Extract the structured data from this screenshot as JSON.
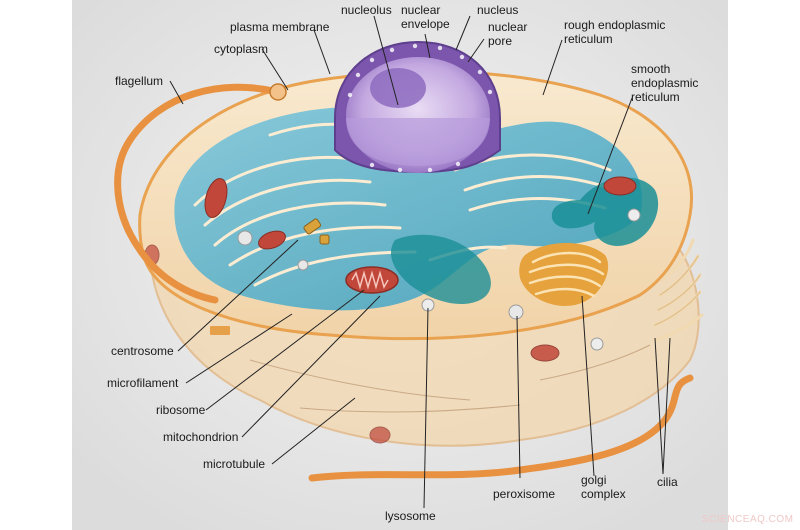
{
  "diagram": {
    "labels": {
      "nucleolus": "nucleolus",
      "nuclear_envelope": "nuclear\nenvelope",
      "nucleus": "nucleus",
      "nuclear_pore": "nuclear\npore",
      "plasma_membrane": "plasma membrane",
      "cytoplasm": "cytoplasm",
      "rough_er": "rough endoplasmic\nreticulum",
      "smooth_er": "smooth\nendoplasmic\nreticulum",
      "flagellum": "flagellum",
      "centrosome": "centrosome",
      "microfilament": "microfilament",
      "ribosome": "ribosome",
      "mitochondrion": "mitochondrion",
      "microtubule": "microtubule",
      "lysosome": "lysosome",
      "peroxisome": "peroxisome",
      "golgi_complex": "golgi\ncomplex",
      "cilia": "cilia"
    },
    "watermark": "SCIENCEAQ.COM",
    "colors": {
      "nucleus": "#8a64b8",
      "er": "#3e9fbd",
      "smooth_er": "#1a8f96",
      "cytoplasm": "#f6e3c2",
      "membrane": "#e9a24f",
      "mitochondria": "#c0473a",
      "golgi": "#e6a23c"
    }
  }
}
